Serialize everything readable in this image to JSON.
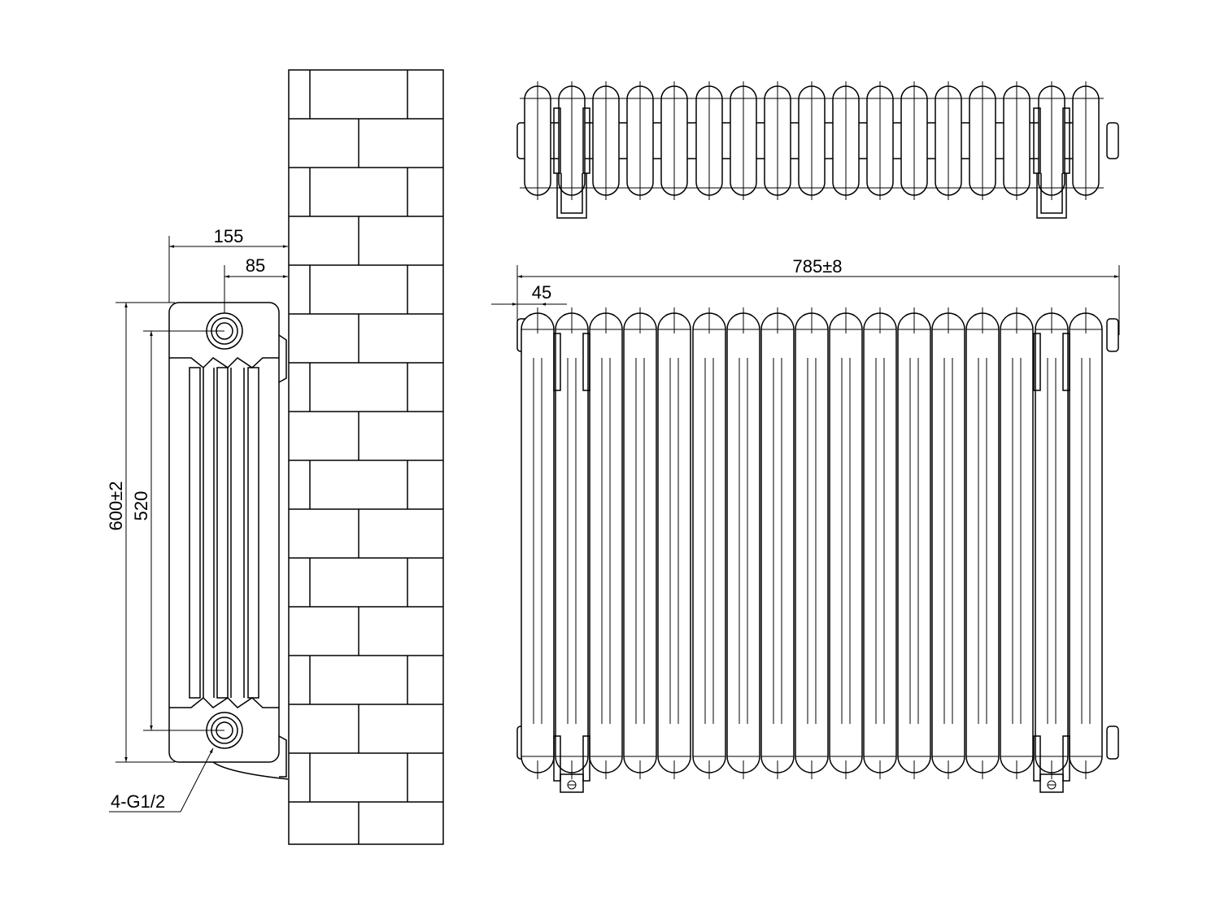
{
  "side_view": {
    "dims": {
      "depth_total": "155",
      "depth_pipe": "85",
      "height_total": "600±2",
      "height_centres": "520"
    },
    "connection_label": "4-G1/2"
  },
  "front_view": {
    "dims": {
      "width_total": "785±8",
      "section_pitch": "45"
    }
  }
}
